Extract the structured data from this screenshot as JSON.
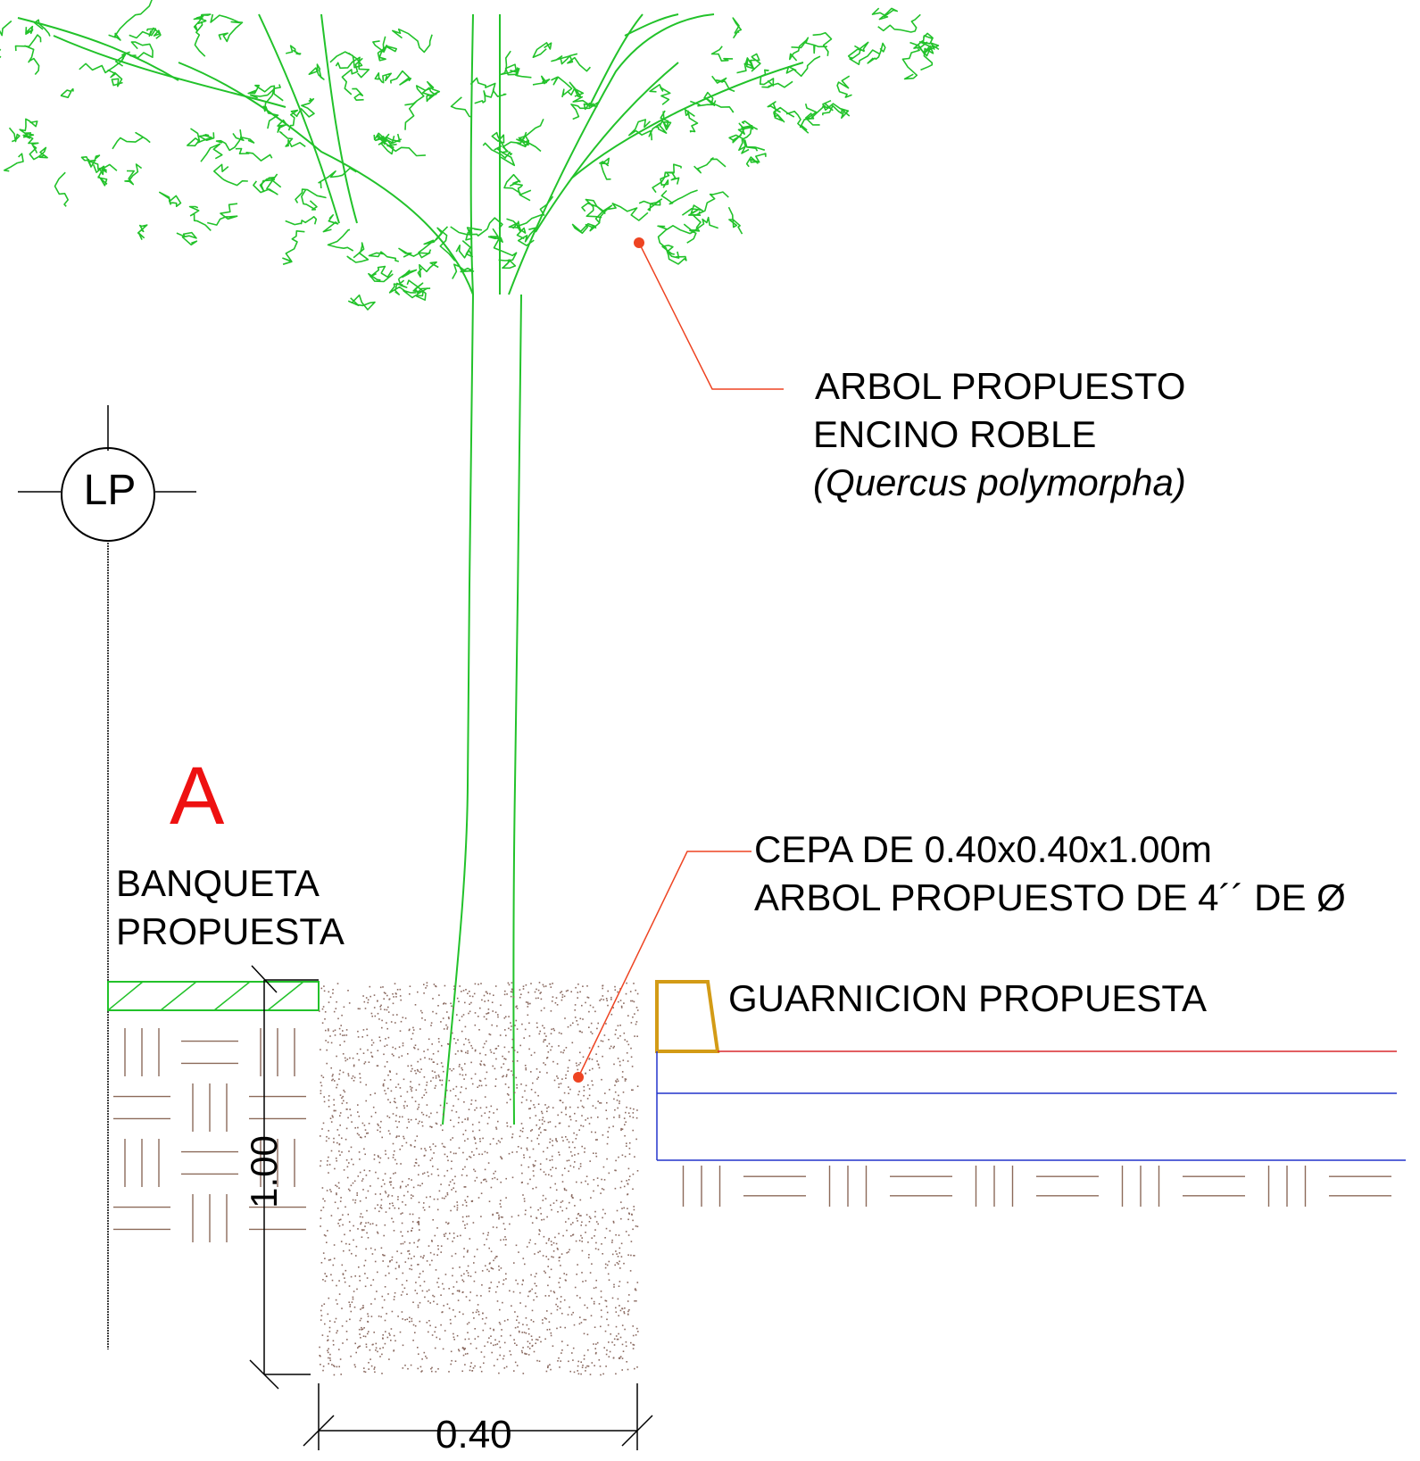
{
  "colors": {
    "tree": "#22c22a",
    "leader": "#ee4422",
    "soil_dot": "#8a6a60",
    "hatch_brown": "#8c6a5a",
    "curb": "#d39b16",
    "line_red": "#d8282e",
    "line_blue": "#2234cc",
    "marker_red": "#ee1111",
    "ink": "#000000"
  },
  "grid_marker": {
    "label": "LP"
  },
  "section_marker": {
    "label": "A"
  },
  "labels": {
    "tree_line1": "ARBOL PROPUESTO",
    "tree_line2": "ENCINO ROBLE",
    "tree_line3": "(Quercus polymorpha)",
    "pit_line1": "CEPA DE 0.40x0.40x1.00m",
    "pit_line2": "ARBOL PROPUESTO DE 4´´ DE Ø",
    "curb": "GUARNICION PROPUESTA",
    "sidewalk_line1": "BANQUETA",
    "sidewalk_line2": "PROPUESTA"
  },
  "dimensions": {
    "depth": "1.00",
    "width": "0.40"
  }
}
